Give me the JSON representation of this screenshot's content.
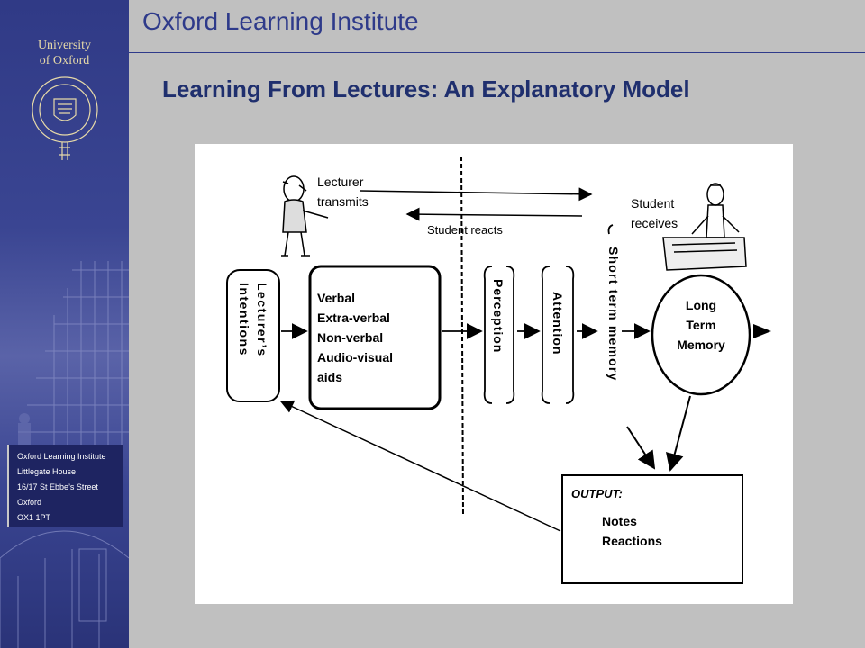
{
  "header": {
    "title": "Oxford Learning Institute"
  },
  "sidebar": {
    "university_line1": "University",
    "university_line2": "of Oxford",
    "seal_icon": "university-seal-icon",
    "address": [
      "Oxford Learning Institute",
      "Littlegate House",
      "16/17 St Ebbe’s Street",
      "Oxford",
      "OX1 1PT"
    ]
  },
  "slide": {
    "title": "Learning From Lectures: An Explanatory Model"
  },
  "diagram": {
    "lecturer_label": [
      "Lecturer",
      "transmits"
    ],
    "student_label": [
      "Student",
      "receives"
    ],
    "student_reacts": "Student reacts",
    "intentions": [
      "Lecturer’s",
      "Intentions"
    ],
    "channels": [
      "Verbal",
      "Extra-verbal",
      "Non-verbal",
      "Audio-visual",
      "aids"
    ],
    "perception": "Perception",
    "attention": "Attention",
    "short_term_memory": "Short term memory",
    "long_term_memory": [
      "Long",
      "Term",
      "Memory"
    ],
    "output_title": "OUTPUT:",
    "output_items": [
      "Notes",
      "Reactions"
    ],
    "colors": {
      "brand_blue": "#2e3a8a",
      "sidebar_blue": "#303a86",
      "background": "#c0c0c0"
    }
  }
}
